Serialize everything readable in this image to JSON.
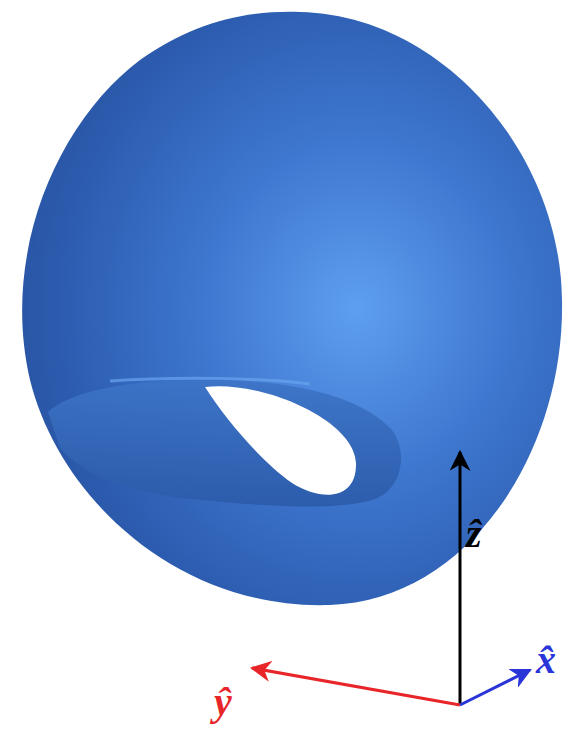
{
  "diagram": {
    "labels": [
      "ẑ",
      "ŷ",
      "x̂"
    ]
  }
}
